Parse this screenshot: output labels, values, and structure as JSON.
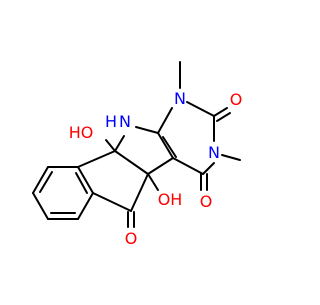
{
  "molecule": {
    "labels": {
      "oh_top": "HO",
      "nh": "N",
      "nh_h": "H",
      "n1": "N",
      "o_c2": "O",
      "n3": "N",
      "o_c4": "O",
      "oh_bottom": "OH",
      "o_ketone": "O"
    },
    "colors": {
      "bond": "#000000",
      "nitrogen": "#0000ff",
      "oxygen": "#ff0000",
      "background": "#ffffff"
    }
  }
}
